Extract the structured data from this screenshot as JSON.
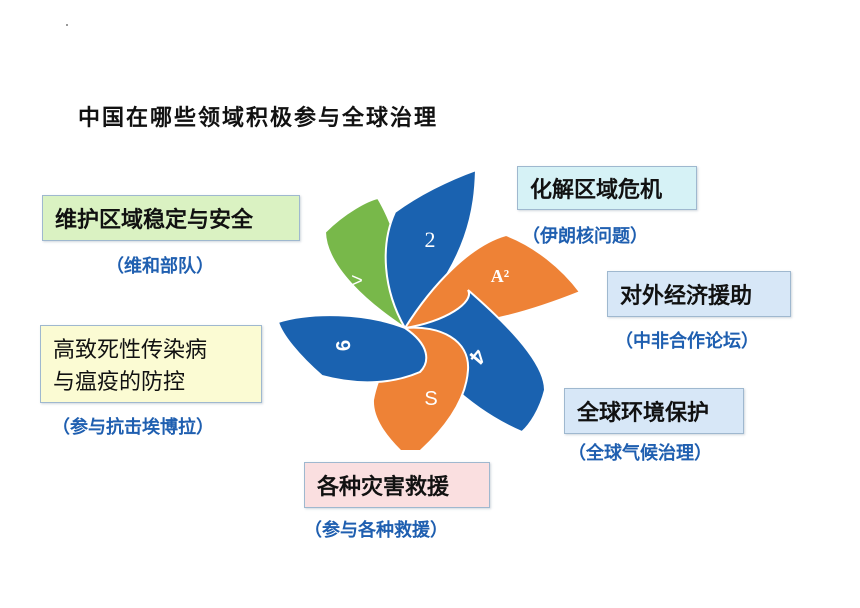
{
  "title": "中国在哪些领域积极参与全球治理",
  "areas": [
    {
      "label": "维护区域稳定与安全",
      "note": "（维和部队）"
    },
    {
      "label": "化解区域危机",
      "note": "（伊朗核问题）"
    },
    {
      "label": "对外经济援助",
      "note": "（中非合作论坛）"
    },
    {
      "label": "高致死性传染病",
      "label2": "与瘟疫的防控",
      "note": "（参与抗击埃博拉）"
    },
    {
      "label": "全球环境保护",
      "note": "（全球气候治理）"
    },
    {
      "label": "各种灾害救援",
      "note": "（参与各种救援）"
    }
  ],
  "petal_glyphs": [
    "2",
    "A²",
    "4",
    "S",
    "6",
    ">"
  ],
  "colors": {
    "blue": "#1a62b0",
    "orange": "#ee8236",
    "green": "#78b84a",
    "box_green": "#daf2c2",
    "box_cyan": "#d6f2f6",
    "box_blue": "#d7e7f7",
    "box_yellow": "#fbfbd3",
    "box_pink": "#fadfe0",
    "note_blue": "#1f5fb0"
  }
}
